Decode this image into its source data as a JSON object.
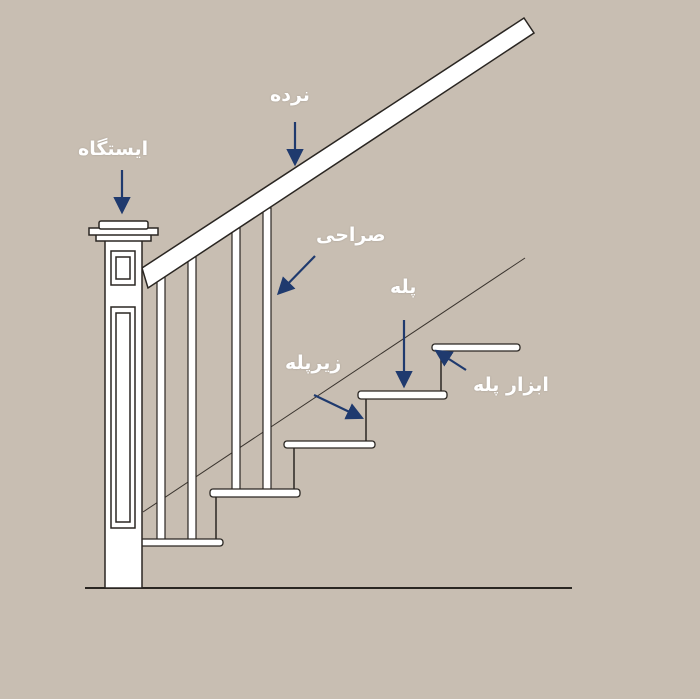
{
  "labels": {
    "handrail": "نرده",
    "newel_post": "ایستگاه",
    "baluster": "صراحی",
    "tread": "پله",
    "riser": "زیرپله",
    "nosing": "ابزار پله"
  },
  "colors": {
    "background": "#c8beb2",
    "arrow": "#1f3a6e",
    "parts": "#ffffff",
    "outline": "#2a2622"
  }
}
